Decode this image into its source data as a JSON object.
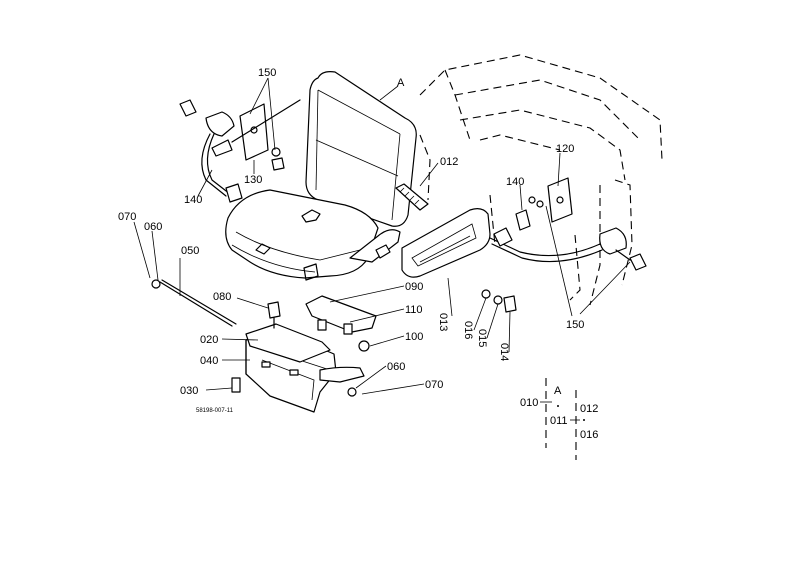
{
  "labels": {
    "a_top": "A",
    "p150_top": "150",
    "p140_left": "140",
    "p130": "130",
    "p012_top": "012",
    "p120": "120",
    "p140_right": "140",
    "p150_right": "150",
    "p070_left": "070",
    "p060_left": "060",
    "p050": "050",
    "p080": "080",
    "p090": "090",
    "p110": "110",
    "p013": "013",
    "p016": "016",
    "p015": "015",
    "p014": "014",
    "p100": "100",
    "p020": "020",
    "p040": "040",
    "p060_bottom": "060",
    "p070_bottom": "070",
    "p030": "030",
    "drawing_code": "58198-007-11"
  },
  "legend": {
    "p010": "010",
    "a": "A",
    "p011": "011",
    "p012": "012",
    "p016": "016"
  }
}
